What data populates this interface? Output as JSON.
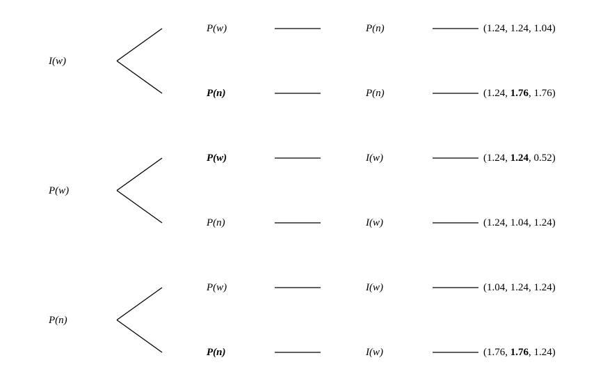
{
  "groups": [
    {
      "root": "I(w)",
      "branches": [
        {
          "first": "P(w)",
          "first_bold": false,
          "second": "P(n)",
          "payoff": [
            {
              "v": "1.24",
              "b": false
            },
            {
              "v": "1.24",
              "b": false
            },
            {
              "v": "1.04",
              "b": false
            }
          ]
        },
        {
          "first": "P(n)",
          "first_bold": true,
          "second": "P(n)",
          "payoff": [
            {
              "v": "1.24",
              "b": false
            },
            {
              "v": "1.76",
              "b": true
            },
            {
              "v": "1.76",
              "b": false
            }
          ]
        }
      ]
    },
    {
      "root": "P(w)",
      "branches": [
        {
          "first": "P(w)",
          "first_bold": true,
          "second": "I(w)",
          "payoff": [
            {
              "v": "1.24",
              "b": false
            },
            {
              "v": "1.24",
              "b": true
            },
            {
              "v": "0.52",
              "b": false
            }
          ]
        },
        {
          "first": "P(n)",
          "first_bold": false,
          "second": "I(w)",
          "payoff": [
            {
              "v": "1.24",
              "b": false
            },
            {
              "v": "1.04",
              "b": false
            },
            {
              "v": "1.24",
              "b": false
            }
          ]
        }
      ]
    },
    {
      "root": "P(n)",
      "branches": [
        {
          "first": "P(w)",
          "first_bold": false,
          "second": "I(w)",
          "payoff": [
            {
              "v": "1.04",
              "b": false
            },
            {
              "v": "1.24",
              "b": false
            },
            {
              "v": "1.24",
              "b": false
            }
          ]
        },
        {
          "first": "P(n)",
          "first_bold": true,
          "second": "I(w)",
          "payoff": [
            {
              "v": "1.76",
              "b": false
            },
            {
              "v": "1.76",
              "b": true
            },
            {
              "v": "1.24",
              "b": false
            }
          ]
        }
      ]
    }
  ]
}
